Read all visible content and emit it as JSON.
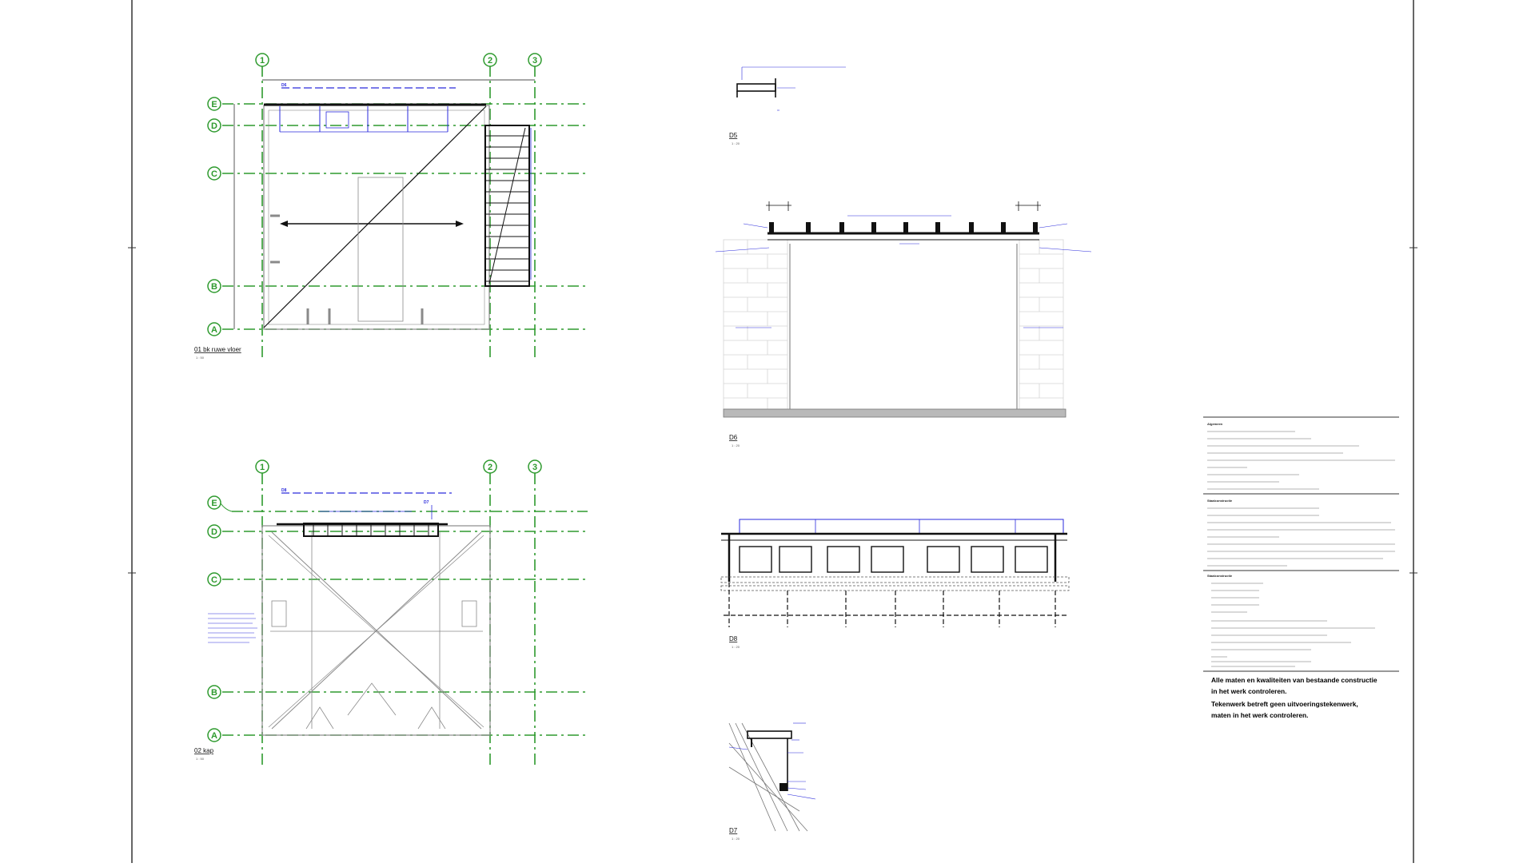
{
  "drawing": {
    "accent_grid_color": "#2e9a2e",
    "accent_annotation_color": "#2a2adc",
    "views": {
      "floor_plan": {
        "title": "01 bk ruwe vloer",
        "scale": "1 : 50",
        "grid_columns": [
          "1",
          "2",
          "3"
        ],
        "grid_rows": [
          "E",
          "D",
          "C",
          "B",
          "A"
        ],
        "tag": "D6"
      },
      "roof_plan": {
        "title": "02 kap",
        "scale": "1 : 50",
        "grid_columns": [
          "1",
          "2",
          "3"
        ],
        "grid_rows": [
          "E",
          "D",
          "C",
          "B",
          "A"
        ],
        "tags": [
          "D8",
          "D7"
        ]
      },
      "detail_d5": {
        "title": "D5",
        "scale": "1 : 20"
      },
      "detail_d6": {
        "title": "D6",
        "scale": "1 : 20"
      },
      "detail_d8": {
        "title": "D8",
        "scale": "1 : 20"
      },
      "detail_d7": {
        "title": "D7",
        "scale": "1 : 20"
      }
    },
    "notes": {
      "general_heading": "Algemeen",
      "construction_heading": "Staalconstructie",
      "materials_heading": "Staalconstructie"
    },
    "remarks": [
      "Alle maten en kwaliteiten van bestaande constructie",
      "in het werk controleren.",
      "Tekenwerk betreft geen uitvoeringstekenwerk,",
      "maten in het werk controleren."
    ]
  }
}
